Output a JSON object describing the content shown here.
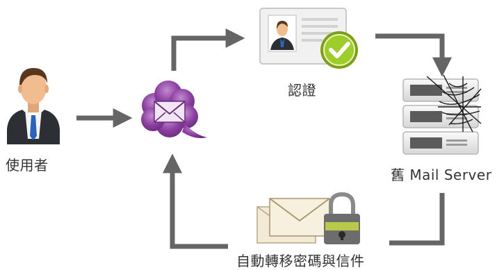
{
  "nodes": {
    "user": {
      "label": "使用者",
      "icon": "user-avatar-icon"
    },
    "mail": {
      "icon": "envelope-cloud-icon"
    },
    "cert": {
      "label": "認證",
      "icon": "certificate-check-icon"
    },
    "server": {
      "label": "舊 Mail Server",
      "icon": "server-cobweb-icon"
    },
    "migrate": {
      "label": "自動轉移密碼與信件",
      "icon": "envelopes-lock-icon"
    }
  },
  "colors": {
    "arrow": "#656565",
    "cloud": "#8a3d9e",
    "check": "#8bb51f"
  }
}
